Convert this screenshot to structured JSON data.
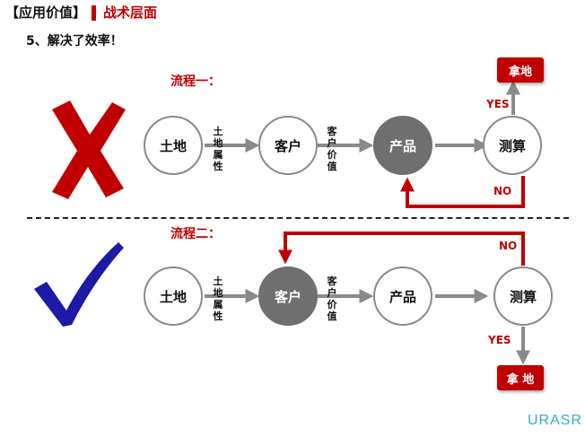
{
  "header": {
    "section_label": "【应用价值】",
    "sub_label": "战术层面"
  },
  "subtitle": "5、解决了效率！",
  "colors": {
    "accent": "#c00000",
    "node_border": "#8a8a8a",
    "node_fill": "#6f6f6f",
    "arrow": "#8a8a8a",
    "check": "#1c1aa6"
  },
  "flow1": {
    "title": "流程一：",
    "nodes": [
      "土地",
      "客户",
      "产品",
      "测算"
    ],
    "edge_labels": [
      "土地属性",
      "客户价值"
    ],
    "yes_label": "YES",
    "no_label": "NO",
    "result_label": "拿地",
    "status_icon": "red-cross-icon"
  },
  "flow2": {
    "title": "流程二：",
    "nodes": [
      "土地",
      "客户",
      "产品",
      "测算"
    ],
    "edge_labels": [
      "土地属性",
      "客户价值"
    ],
    "yes_label": "YES",
    "no_label": "NO",
    "result_label": "拿 地",
    "status_icon": "blue-check-icon"
  },
  "logo_text": "URASR"
}
